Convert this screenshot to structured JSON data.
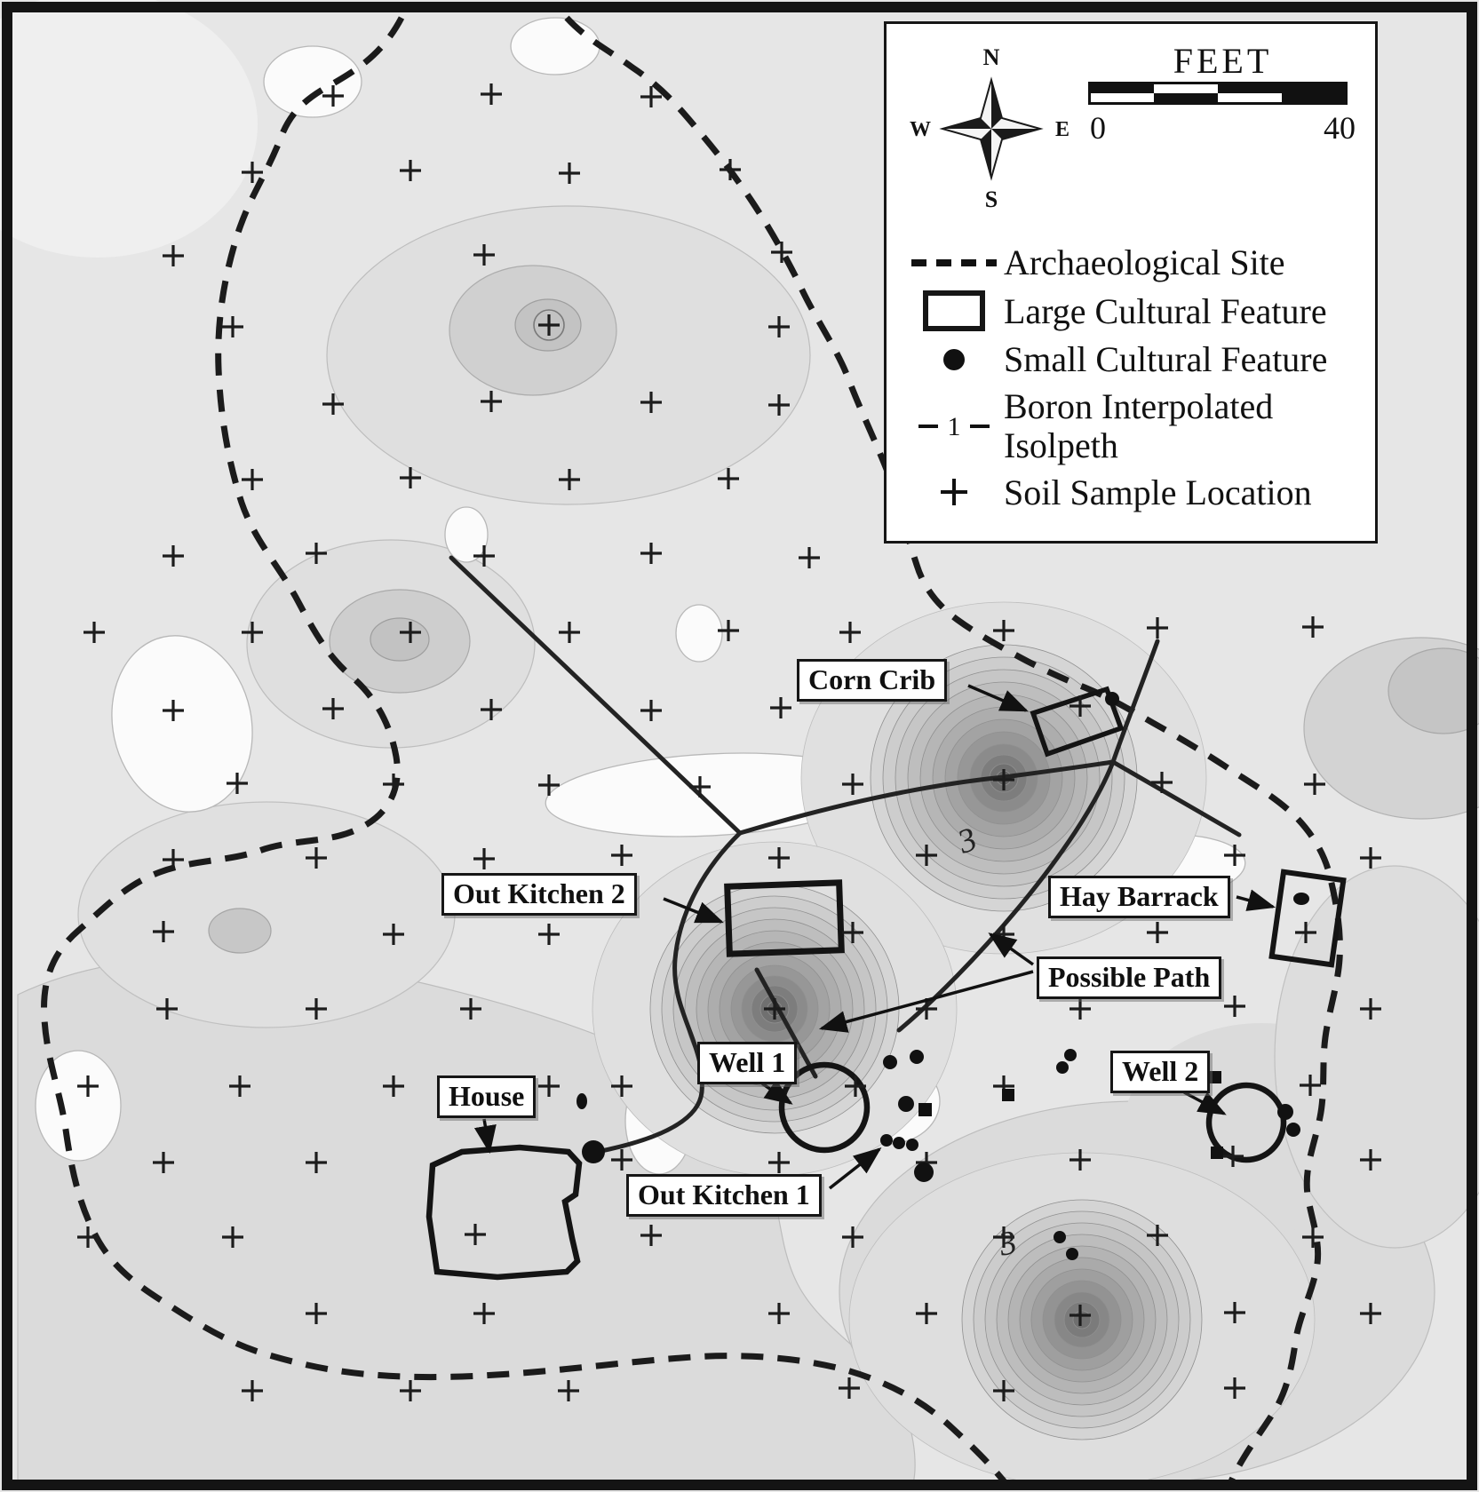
{
  "map": {
    "feature_labels": {
      "corn_crib": "Corn Crib",
      "out_kitchen_2": "Out Kitchen 2",
      "hay_barrack": "Hay Barrack",
      "possible_path": "Possible Path",
      "well_1": "Well 1",
      "well_2": "Well 2",
      "house": "House",
      "out_kitchen_1": "Out Kitchen 1"
    },
    "contour_labels": [
      "3",
      "3"
    ]
  },
  "legend": {
    "compass": {
      "north": "N",
      "east": "E",
      "south": "S",
      "west": "W"
    },
    "scale_bar": {
      "title": "FEET",
      "min": "0",
      "max": "40"
    },
    "isopleth_digit": "1",
    "items": [
      {
        "symbol": "dashed-line",
        "label": "Archaeological Site"
      },
      {
        "symbol": "rectangle-outline",
        "label": "Large Cultural Feature"
      },
      {
        "symbol": "filled-circle",
        "label": "Small Cultural Feature"
      },
      {
        "symbol": "isopleth-line",
        "label": "Boron Interpolated Isolpeth"
      },
      {
        "symbol": "plus-mark",
        "label": "Soil Sample Location"
      }
    ]
  }
}
